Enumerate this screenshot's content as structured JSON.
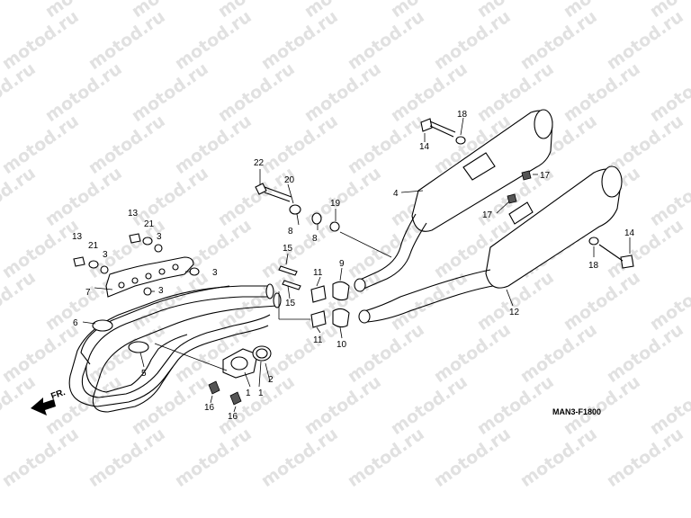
{
  "watermark": "motod.ru",
  "diagram_code": "MAN3-F1800",
  "front_arrow_label": "FR.",
  "callouts": [
    {
      "id": "c1a",
      "text": "1"
    },
    {
      "id": "c1b",
      "text": "1"
    },
    {
      "id": "c2",
      "text": "2"
    },
    {
      "id": "c3a",
      "text": "3"
    },
    {
      "id": "c3b",
      "text": "3"
    },
    {
      "id": "c3c",
      "text": "3"
    },
    {
      "id": "c3d",
      "text": "3"
    },
    {
      "id": "c4",
      "text": "4"
    },
    {
      "id": "c5",
      "text": "5"
    },
    {
      "id": "c6",
      "text": "6"
    },
    {
      "id": "c7",
      "text": "7"
    },
    {
      "id": "c8a",
      "text": "8"
    },
    {
      "id": "c8b",
      "text": "8"
    },
    {
      "id": "c9",
      "text": "9"
    },
    {
      "id": "c10",
      "text": "10"
    },
    {
      "id": "c11a",
      "text": "11"
    },
    {
      "id": "c11b",
      "text": "11"
    },
    {
      "id": "c12",
      "text": "12"
    },
    {
      "id": "c13a",
      "text": "13"
    },
    {
      "id": "c13b",
      "text": "13"
    },
    {
      "id": "c14a",
      "text": "14"
    },
    {
      "id": "c14b",
      "text": "14"
    },
    {
      "id": "c15a",
      "text": "15"
    },
    {
      "id": "c15b",
      "text": "15"
    },
    {
      "id": "c16a",
      "text": "16"
    },
    {
      "id": "c16b",
      "text": "16"
    },
    {
      "id": "c17a",
      "text": "17"
    },
    {
      "id": "c17b",
      "text": "17"
    },
    {
      "id": "c18a",
      "text": "18"
    },
    {
      "id": "c18b",
      "text": "18"
    },
    {
      "id": "c19",
      "text": "19"
    },
    {
      "id": "c20",
      "text": "20"
    },
    {
      "id": "c21a",
      "text": "21"
    },
    {
      "id": "c21b",
      "text": "21"
    },
    {
      "id": "c22",
      "text": "22"
    }
  ]
}
